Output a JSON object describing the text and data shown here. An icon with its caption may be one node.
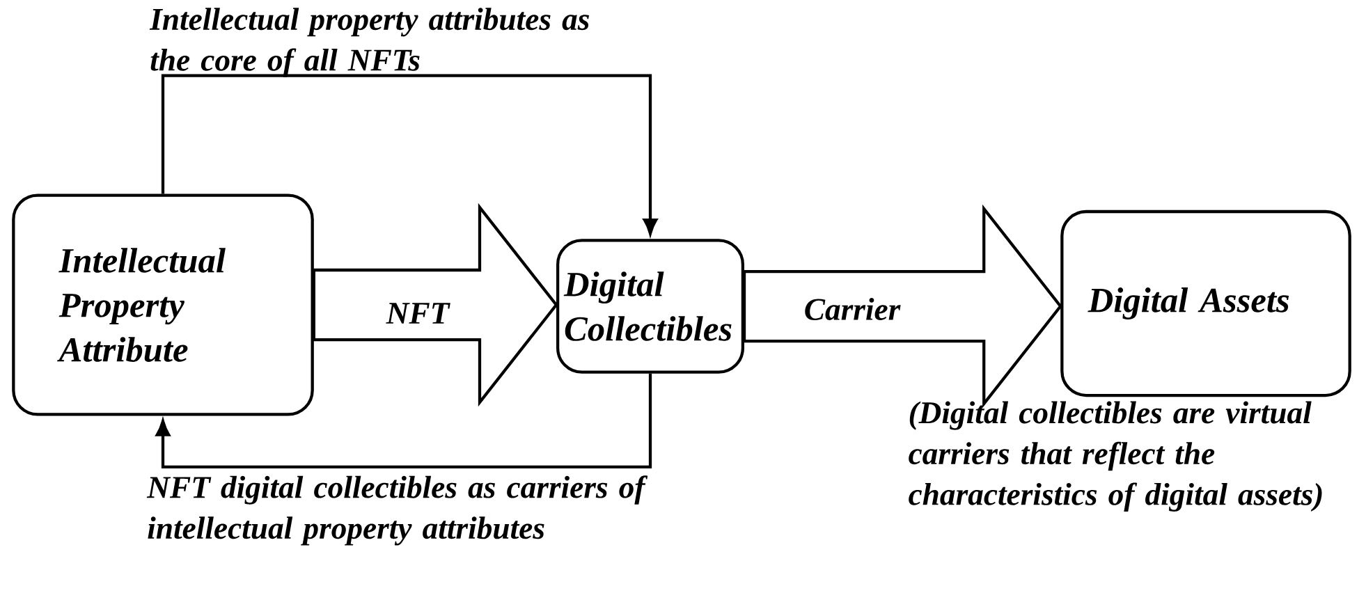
{
  "diagram": {
    "nodes": [
      {
        "text": [
          "Intellectual Property Attribute"
        ]
      },
      {
        "text": [
          "Digital Collectibles"
        ]
      },
      {
        "text": [
          "Digital Assets"
        ],
        "beside": [
          "(Digital collectibles are virtual carriers that reflect the characteristics of digital assets)"
        ]
      }
    ],
    "edges": [
      {
        "from": 0,
        "to": 1,
        "arrow": "to",
        "label": "NFT"
      },
      {
        "from": 1,
        "to": 2,
        "arrow": "to",
        "label": "Carrier"
      },
      {
        "from": 0,
        "to": 1,
        "arrow": "to",
        "label": "Intellectual property attributes as the core of all NFTs"
      },
      {
        "from": 1,
        "to": 0,
        "arrow": "to",
        "label": "NFT digital collectibles as carriers of intellectual property attributes"
      }
    ]
  }
}
